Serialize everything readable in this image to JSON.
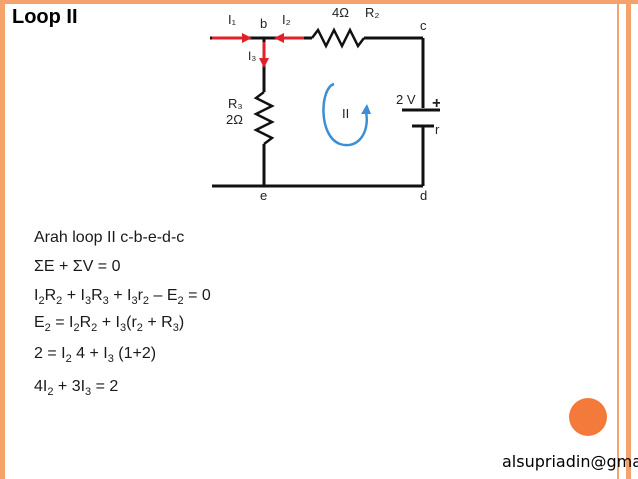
{
  "title": "Loop II",
  "circuit": {
    "current_1": "I₁",
    "node_b": "b",
    "current_2": "I₂",
    "current_3": "I₃",
    "r2_value": "4Ω",
    "r2_name": "R₂",
    "node_c": "c",
    "r3_name": "R₃",
    "r3_value": "2Ω",
    "loop_label": "II",
    "emf_value": "2 V",
    "emf_plus": "+",
    "internal_resistance": "r₂",
    "node_e": "e",
    "node_d": "d"
  },
  "equations": {
    "line1": "Arah loop II c-b-e-d-c",
    "line2": "ΣE + ΣV = 0",
    "line3": {
      "a": "I",
      "a_sub": "2",
      "b": "R",
      "b_sub": "2",
      "c": " + I",
      "c_sub": "3",
      "d": "R",
      "d_sub": "3",
      "e": " + I",
      "e_sub": "3",
      "f": "r",
      "f_sub": "2",
      "g": " – E",
      "g_sub": "2",
      "h": " = 0"
    },
    "line4": {
      "a": "E",
      "a_sub": "2",
      "b": " = I",
      "b_sub": "2",
      "c": "R",
      "c_sub": "2",
      "d": " + I",
      "d_sub": "3",
      "e": "(r",
      "e_sub": "2",
      "f": " + R",
      "f_sub": "3",
      "g": ")"
    },
    "line5": {
      "a": "2 = I",
      "a_sub": "2",
      "b": " 4 + I",
      "b_sub": "3",
      "c": " (1+2)"
    },
    "line6": {
      "a": "4I",
      "a_sub": "2",
      "b": " + 3I",
      "b_sub": "3",
      "c": " = 2"
    }
  },
  "footer": {
    "email": "alsupriadin@gmail.c"
  },
  "colors": {
    "accent_frame": "#f3a36b",
    "accent_circle": "#f47a3c",
    "current_arrow": "#e0202a",
    "loop_arrow": "#3a8fd6"
  }
}
